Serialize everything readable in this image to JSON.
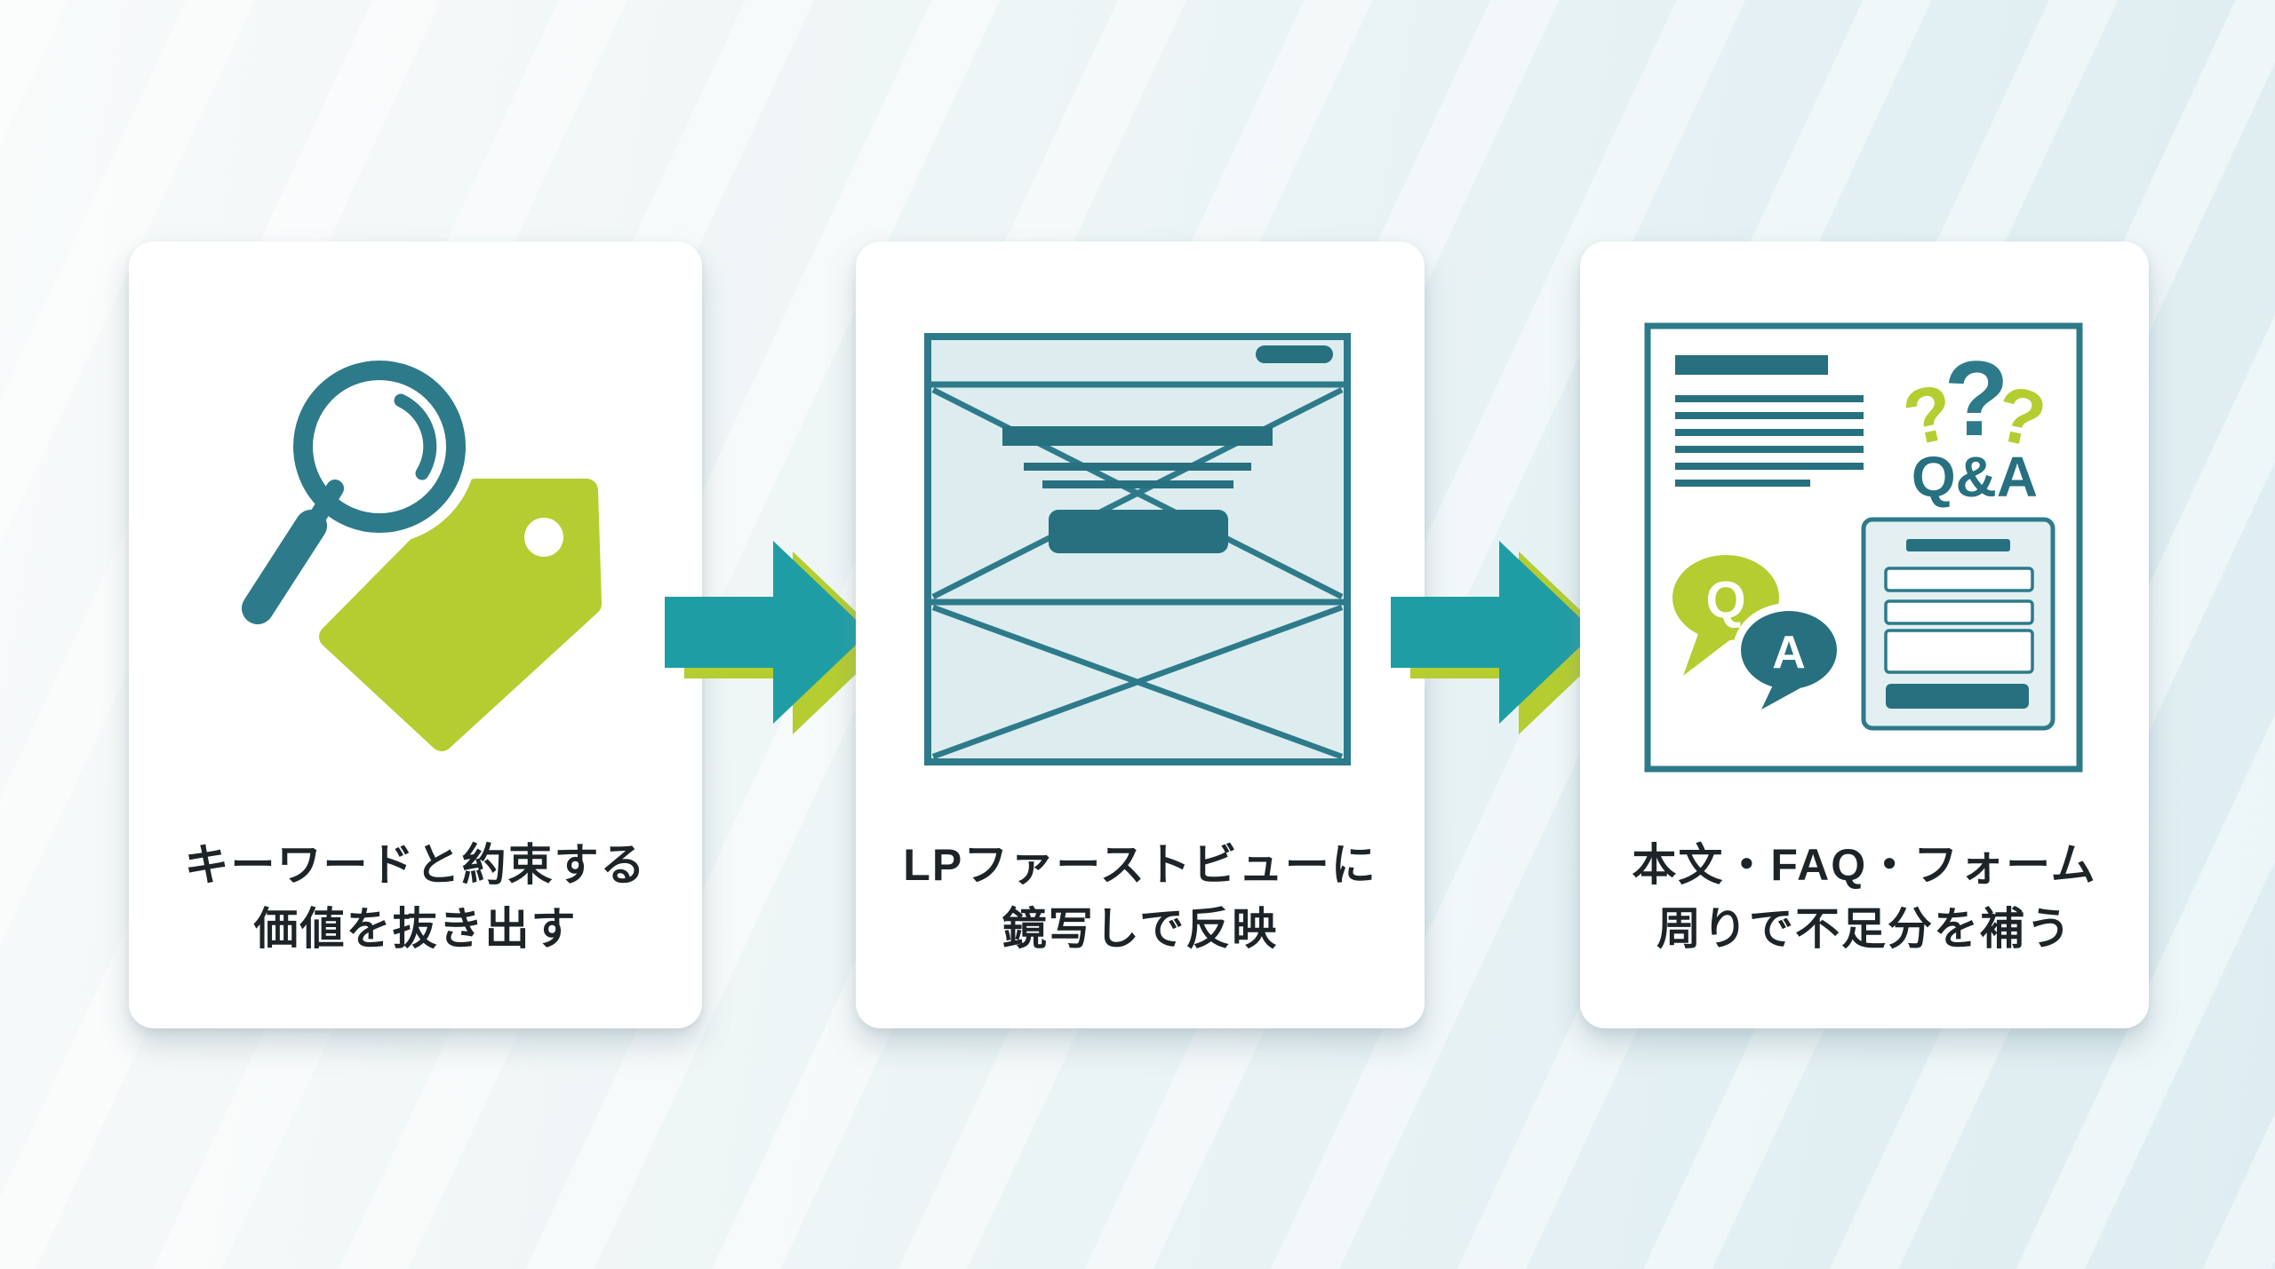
{
  "diagram": {
    "type": "process-flow",
    "direction": "left-to-right",
    "step_count": 3
  },
  "colors": {
    "card": "#ffffff",
    "text": "#1d2428",
    "teal": "#1f9da5",
    "lime": "#b5cd30",
    "icon-stroke": "#2d7a8a",
    "icon-dark": "#27707f",
    "wireframe-fill": "#ddecef",
    "form-fill": "#e4eff1"
  },
  "steps": [
    {
      "id": 1,
      "icon": "magnifier-and-price-tag",
      "caption": [
        "キーワードと約束する",
        "価値を抜き出す"
      ]
    },
    {
      "id": 2,
      "icon": "lp-firstview-wireframe",
      "caption": [
        "LPファーストビューに",
        "鏡写しで反映"
      ]
    },
    {
      "id": 3,
      "icon": "document-faq-form",
      "caption": [
        "本文・FAQ・フォーム",
        "周りで不足分を補う"
      ],
      "icon_labels": {
        "q_mark_left": "?",
        "q_mark_center": "?",
        "q_mark_right": "?",
        "qa": "Q&A",
        "q_bubble": "Q",
        "a_bubble": "A"
      }
    }
  ],
  "arrows": [
    {
      "from": 1,
      "to": 2,
      "direction": "right"
    },
    {
      "from": 2,
      "to": 3,
      "direction": "right"
    }
  ]
}
